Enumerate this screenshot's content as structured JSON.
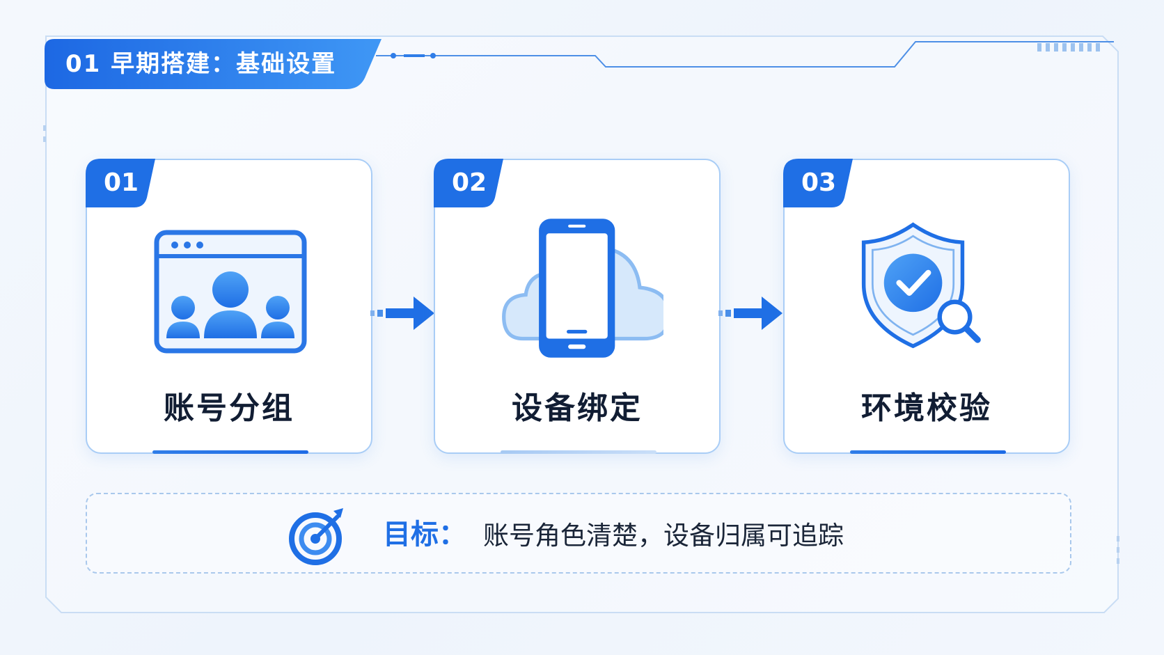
{
  "header": {
    "title": "01 早期搭建：基础设置"
  },
  "steps": [
    {
      "num": "01",
      "label": "账号分组",
      "icon": "browser-users-icon"
    },
    {
      "num": "02",
      "label": "设备绑定",
      "icon": "phone-cloud-icon"
    },
    {
      "num": "03",
      "label": "环境校验",
      "icon": "shield-check-search-icon"
    }
  ],
  "goal": {
    "label": "目标：",
    "text": "账号角色清楚，设备归属可追踪",
    "icon": "target-icon"
  },
  "colors": {
    "accent": "#1f6fe5",
    "accent_light": "#4da3f5",
    "border": "#a9cdf6",
    "text": "#111d33"
  }
}
